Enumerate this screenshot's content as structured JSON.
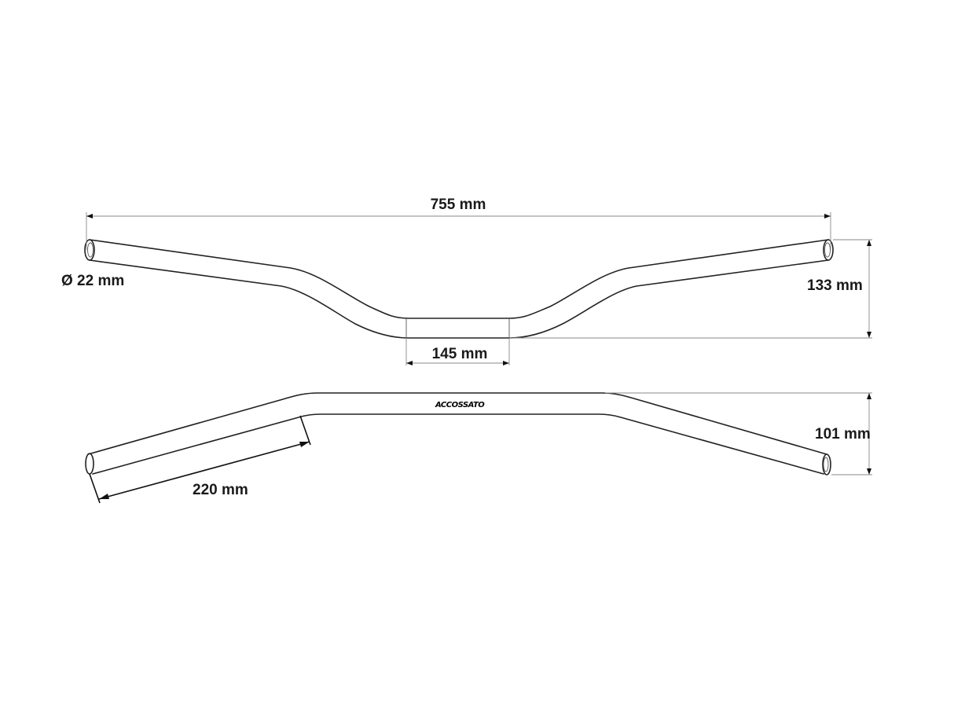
{
  "dimensions": {
    "total_width": "755 mm",
    "diameter": "Ø 22 mm",
    "rise": "133 mm",
    "center_width": "145 mm",
    "pullback": "101 mm",
    "grip_length": "220 mm"
  },
  "brand_logo": "ACCOSSATO",
  "colors": {
    "background": "#ffffff",
    "line": "#222222",
    "dimension_line": "#888888",
    "text": "#1a1a1a"
  }
}
